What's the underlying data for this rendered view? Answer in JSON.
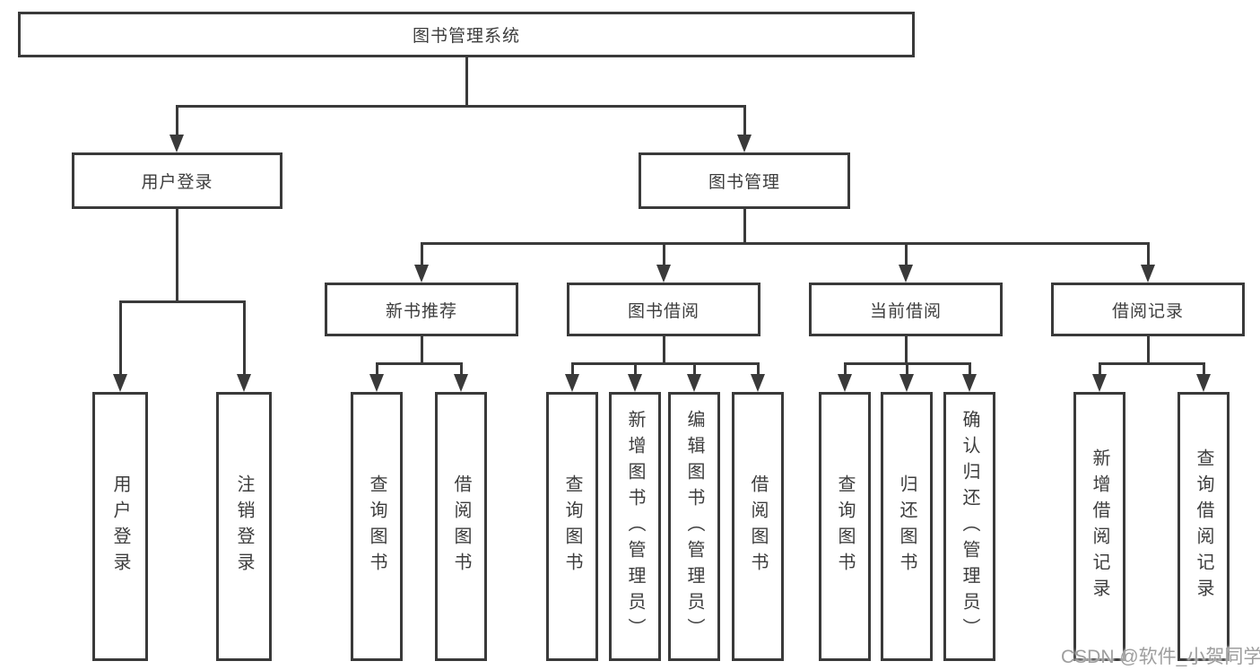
{
  "tree": {
    "root": {
      "label": "图书管理系统",
      "children": [
        {
          "label": "用户登录",
          "children": [
            {
              "label": "用户登录"
            },
            {
              "label": "注销登录"
            }
          ]
        },
        {
          "label": "图书管理",
          "children": [
            {
              "label": "新书推荐",
              "children": [
                {
                  "label": "查询图书"
                },
                {
                  "label": "借阅图书"
                }
              ]
            },
            {
              "label": "图书借阅",
              "children": [
                {
                  "label": "查询图书"
                },
                {
                  "label": "新增图书（管理员）"
                },
                {
                  "label": "编辑图书（管理员）"
                },
                {
                  "label": "借阅图书"
                }
              ]
            },
            {
              "label": "当前借阅",
              "children": [
                {
                  "label": "查询图书"
                },
                {
                  "label": "归还图书"
                },
                {
                  "label": "确认归还（管理员）"
                }
              ]
            },
            {
              "label": "借阅记录",
              "children": [
                {
                  "label": "新增借阅记录"
                },
                {
                  "label": "查询借阅记录"
                }
              ]
            }
          ]
        }
      ]
    }
  },
  "watermark": {
    "text": "CSDN @软件_小贺同学"
  },
  "colors": {
    "line": "#3a3a3a",
    "text": "#3d3d3d",
    "watermark": "#9e9e9e",
    "background": "#ffffff"
  }
}
